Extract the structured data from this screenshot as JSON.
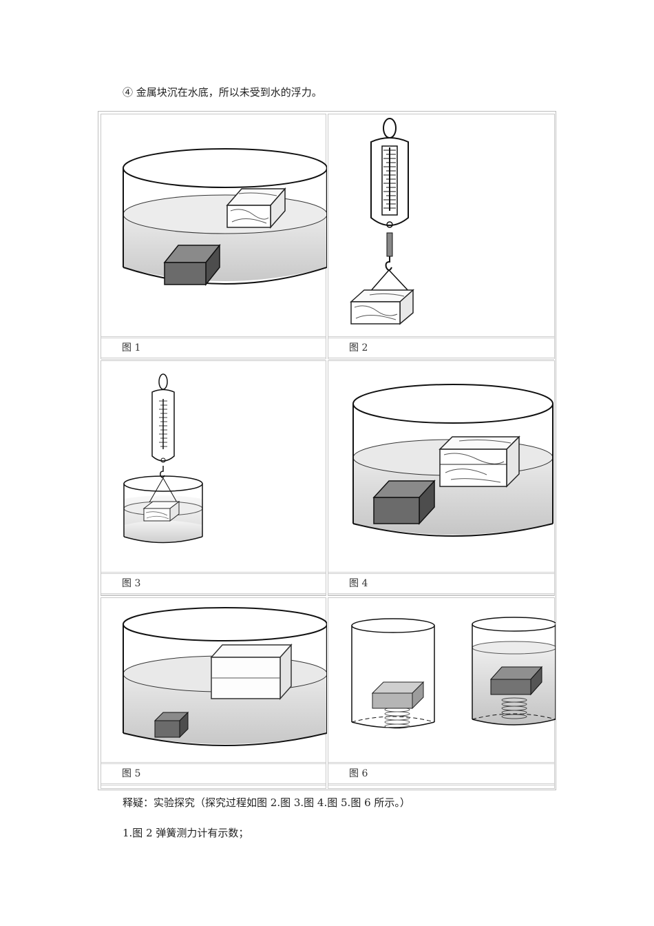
{
  "intro": "④ 金属块沉在水底，所以未受到水的浮力。",
  "figures": [
    {
      "caption": "图 1"
    },
    {
      "caption": "图 2"
    },
    {
      "caption": "图 3"
    },
    {
      "caption": "图 4"
    },
    {
      "caption": "图 5"
    },
    {
      "caption": "图 6"
    }
  ],
  "explain": "释疑：实验探究（探究过程如图 2.图 3.图 4.图 5.图 6 所示。）",
  "point1": "1.图 2 弹簧测力计有示数；"
}
